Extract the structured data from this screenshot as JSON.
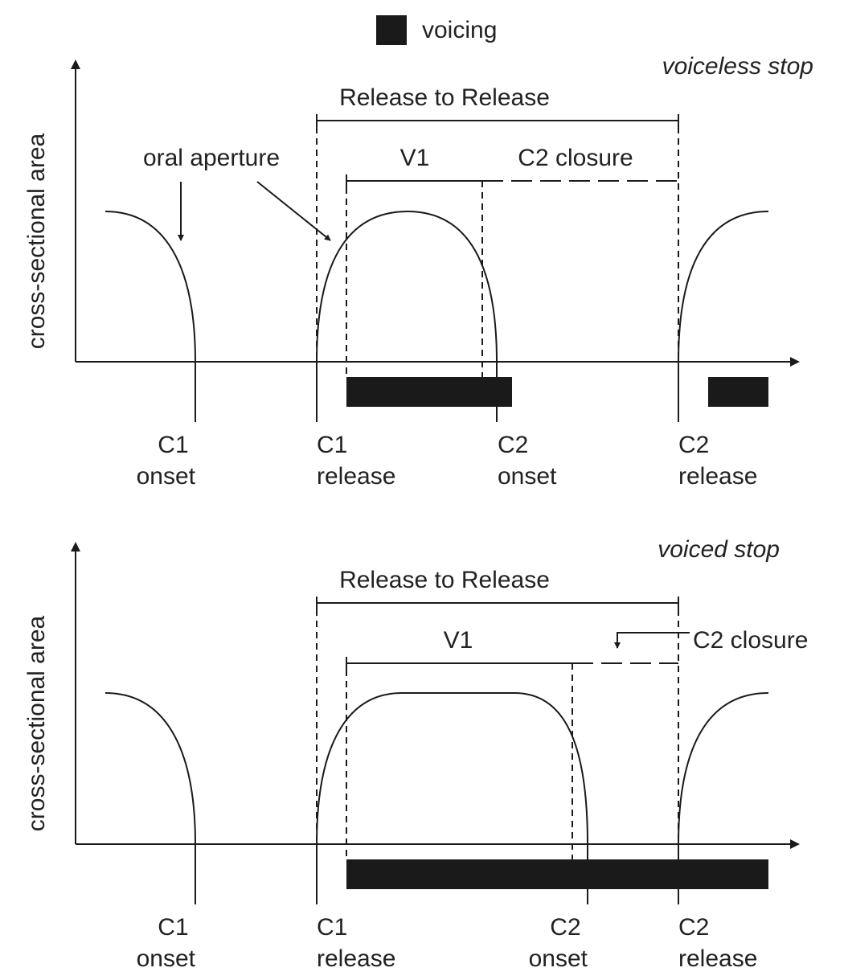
{
  "legend": {
    "voicing_label": "voicing",
    "swatch_color": "#1a1a1a"
  },
  "axis_label": "cross-sectional area",
  "top_panel": {
    "title": "voiceless stop",
    "release_to_release": "Release to Release",
    "oral_aperture": "oral aperture",
    "v1": "V1",
    "c2_closure": "C2 closure",
    "points": [
      {
        "line1": "C1",
        "line2": "onset"
      },
      {
        "line1": "C1",
        "line2": "release"
      },
      {
        "line1": "C2",
        "line2": "onset"
      },
      {
        "line1": "C2",
        "line2": "release"
      }
    ]
  },
  "bottom_panel": {
    "title": "voiced stop",
    "release_to_release": "Release to Release",
    "v1": "V1",
    "c2_closure": "C2 closure",
    "points": [
      {
        "line1": "C1",
        "line2": "onset"
      },
      {
        "line1": "C1",
        "line2": "release"
      },
      {
        "line1": "C2",
        "line2": "onset"
      },
      {
        "line1": "C2",
        "line2": "release"
      }
    ]
  }
}
